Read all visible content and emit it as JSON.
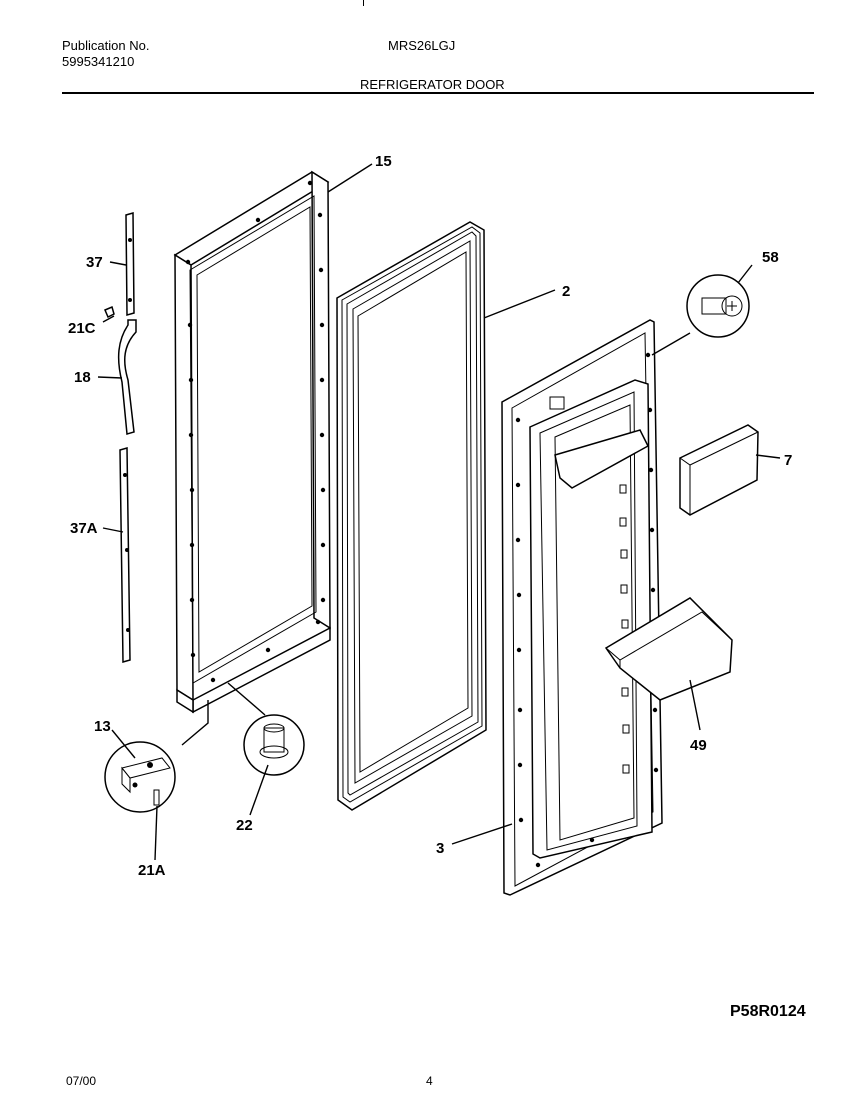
{
  "header": {
    "publication_label": "Publication No.",
    "publication_number": "5995341210",
    "model": "MRS26LGJ",
    "section_title": "REFRIGERATOR DOOR"
  },
  "callouts": {
    "c15": "15",
    "c2": "2",
    "c58": "58",
    "c37": "37",
    "c21C": "21C",
    "c18": "18",
    "c7": "7",
    "c37A": "37A",
    "c13": "13",
    "c22": "22",
    "c49": "49",
    "c3": "3",
    "c21A": "21A"
  },
  "footer": {
    "figure_code": "P58R0124",
    "date": "07/00",
    "page": "4"
  }
}
